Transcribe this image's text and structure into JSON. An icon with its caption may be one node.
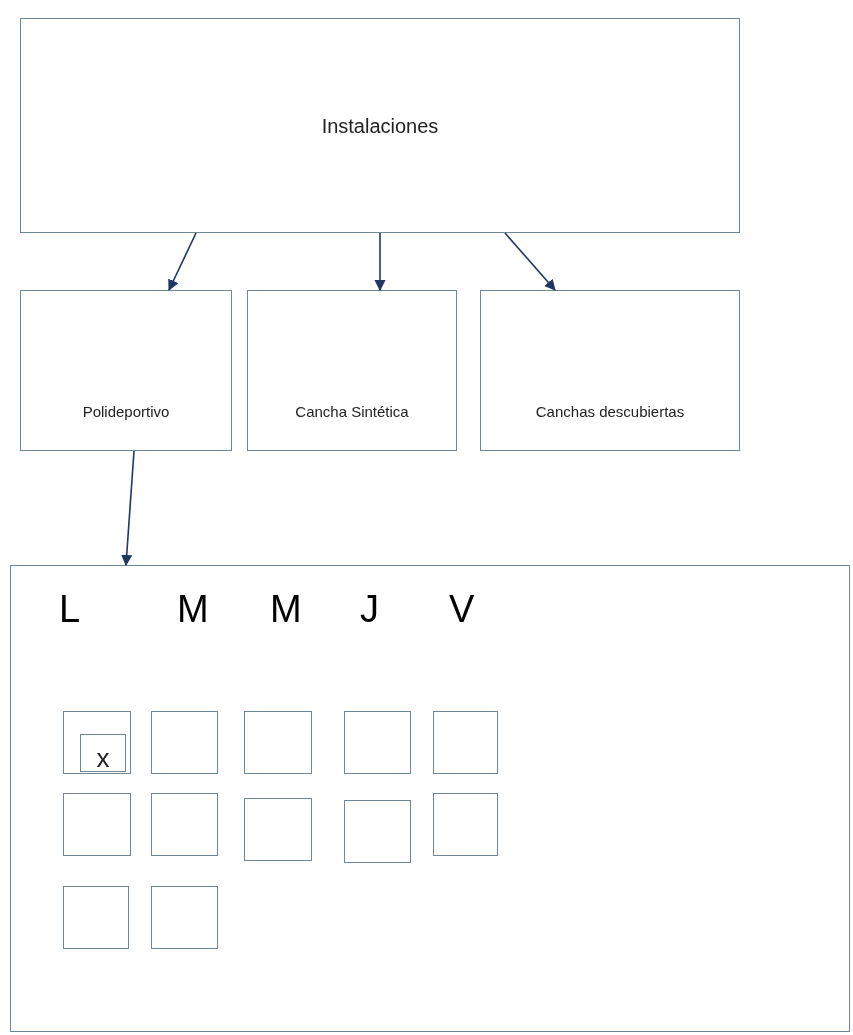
{
  "diagram": {
    "nodes": [
      {
        "text": [
          "Instalaciones"
        ]
      },
      {
        "text": [
          "Polideportivo"
        ]
      },
      {
        "text": [
          "Cancha Sintética"
        ]
      },
      {
        "text": [
          "Canchas descubiertas"
        ]
      },
      {
        "text": [
          "L",
          "M",
          "M",
          "J",
          "V"
        ]
      },
      {
        "text": [],
        "shape": "box",
        "in": 4
      },
      {
        "text": [],
        "shape": "box",
        "in": 4
      },
      {
        "text": [],
        "shape": "box",
        "in": 4
      },
      {
        "text": [],
        "shape": "box",
        "in": 4
      },
      {
        "text": [],
        "shape": "box",
        "in": 4
      },
      {
        "text": [],
        "shape": "box",
        "in": 4
      },
      {
        "text": [],
        "shape": "box",
        "in": 4
      },
      {
        "text": [],
        "shape": "box",
        "in": 4
      },
      {
        "text": [],
        "shape": "box",
        "in": 4
      },
      {
        "text": [],
        "shape": "box",
        "in": 4
      },
      {
        "text": [],
        "shape": "box",
        "in": 4
      },
      {
        "text": [],
        "shape": "box",
        "in": 4
      },
      {
        "text": [
          "x"
        ],
        "in": 5
      }
    ],
    "edges": [
      {
        "from": 0,
        "to": 1,
        "arrow": "to"
      },
      {
        "from": 0,
        "to": 2,
        "arrow": "to"
      },
      {
        "from": 0,
        "to": 3,
        "arrow": "to"
      },
      {
        "from": 1,
        "to": 4,
        "arrow": "to"
      }
    ]
  }
}
